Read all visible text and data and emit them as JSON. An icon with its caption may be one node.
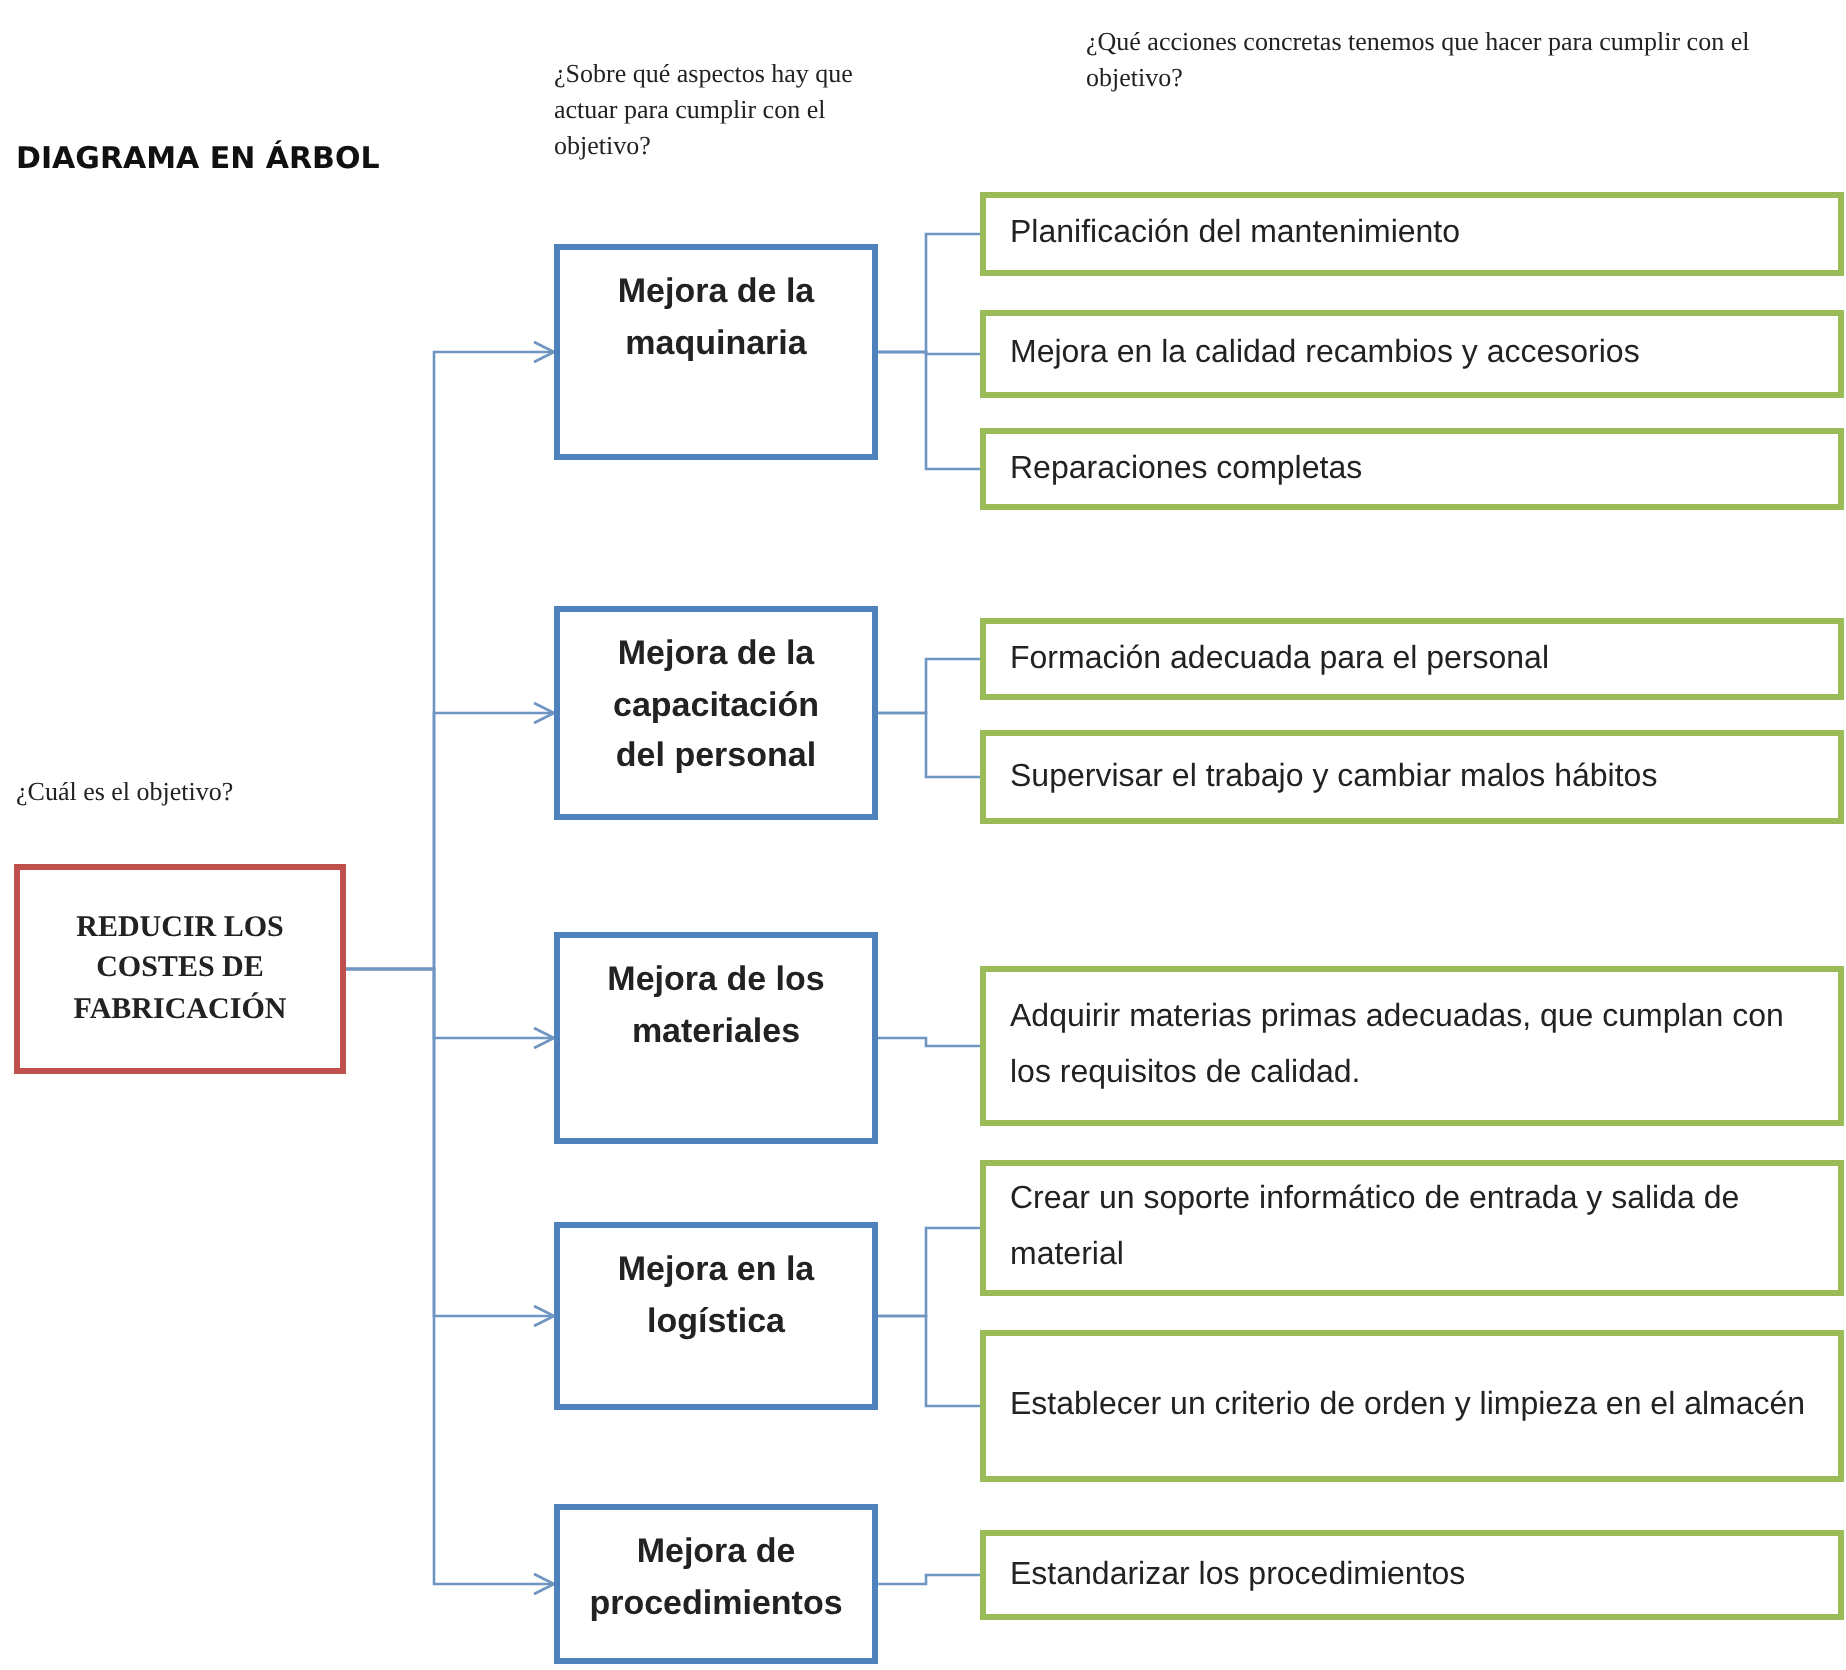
{
  "diagram": {
    "title": "DIAGRAMA EN ÁRBOL",
    "nodes": [
      {
        "text": [
          "REDUCIR LOS COSTES DE FABRICACIÓN"
        ]
      },
      {
        "text": [
          "Mejora de la maquinaria"
        ]
      },
      {
        "text": [
          "Mejora de la capacitación del personal"
        ]
      },
      {
        "text": [
          "Mejora de los materiales"
        ]
      },
      {
        "text": [
          "Mejora en la logística"
        ]
      },
      {
        "text": [
          "Mejora de procedimientos"
        ]
      },
      {
        "text": [
          "Planificación del mantenimiento"
        ]
      },
      {
        "text": [
          "Mejora en la calidad recambios y accesorios"
        ]
      },
      {
        "text": [
          "Reparaciones completas"
        ]
      },
      {
        "text": [
          "Formación adecuada para el personal"
        ]
      },
      {
        "text": [
          "Supervisar el trabajo y cambiar malos hábitos"
        ]
      },
      {
        "text": [
          "Adquirir materias primas adecuadas, que cumplan con los requisitos de calidad."
        ]
      },
      {
        "text": [
          "Crear un soporte informático de entrada y salida de material"
        ]
      },
      {
        "text": [
          "Establecer un criterio de orden y limpieza en el almacén"
        ]
      },
      {
        "text": [
          "Estandarizar los procedimientos"
        ]
      }
    ],
    "edges": [
      {
        "from": 0,
        "to": 1,
        "arrow": "to"
      },
      {
        "from": 0,
        "to": 2,
        "arrow": "to"
      },
      {
        "from": 0,
        "to": 3,
        "arrow": "to"
      },
      {
        "from": 0,
        "to": 4,
        "arrow": "to"
      },
      {
        "from": 0,
        "to": 5,
        "arrow": "to"
      },
      {
        "from": 1,
        "to": 6,
        "arrow": "none"
      },
      {
        "from": 1,
        "to": 7,
        "arrow": "none"
      },
      {
        "from": 1,
        "to": 8,
        "arrow": "none"
      },
      {
        "from": 2,
        "to": 9,
        "arrow": "none"
      },
      {
        "from": 2,
        "to": 10,
        "arrow": "none"
      },
      {
        "from": 3,
        "to": 11,
        "arrow": "none"
      },
      {
        "from": 4,
        "to": 12,
        "arrow": "none"
      },
      {
        "from": 4,
        "to": 13,
        "arrow": "none"
      },
      {
        "from": 5,
        "to": 14,
        "arrow": "none"
      }
    ],
    "labels": [
      "¿Sobre qué aspectos hay que actuar para cumplir con el objetivo?",
      "¿Qué acciones concretas tenemos que hacer para cumplir con el objetivo?",
      "¿Cuál es el objetivo?"
    ]
  }
}
